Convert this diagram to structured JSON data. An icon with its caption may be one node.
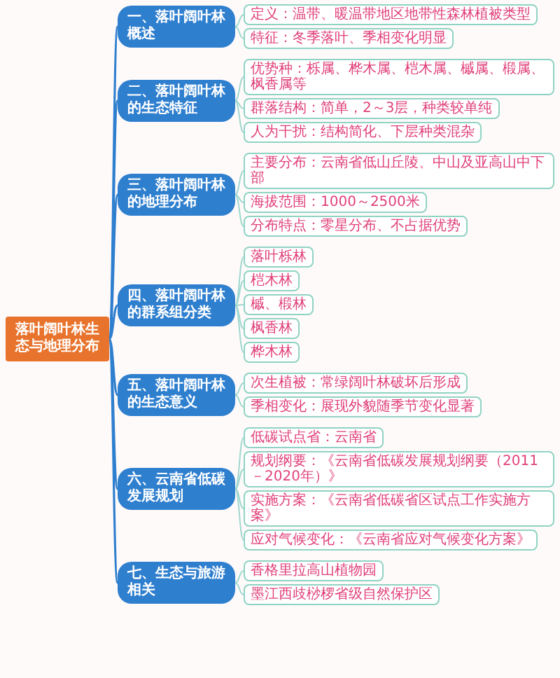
{
  "diagram": {
    "nodes": [
      {
        "text": [
          "落叶阔叶林生态与地理分布"
        ]
      },
      {
        "text": [
          "一、落叶阔叶林概述"
        ]
      },
      {
        "text": [
          "定义：温带、暖温带地区地带性森林植被类型"
        ]
      },
      {
        "text": [
          "特征：冬季落叶、季相变化明显"
        ]
      },
      {
        "text": [
          "二、落叶阔叶林的生态特征"
        ]
      },
      {
        "text": [
          "优势种：栎属、桦木属、桤木属、槭属、椴属、枫香属等"
        ]
      },
      {
        "text": [
          "群落结构：简单，2～3层，种类较单纯"
        ]
      },
      {
        "text": [
          "人为干扰：结构简化、下层种类混杂"
        ]
      },
      {
        "text": [
          "三、落叶阔叶林的地理分布"
        ]
      },
      {
        "text": [
          "主要分布：云南省低山丘陵、中山及亚高山中下部"
        ]
      },
      {
        "text": [
          "海拔范围：1000～2500米"
        ]
      },
      {
        "text": [
          "分布特点：零星分布、不占据优势"
        ]
      },
      {
        "text": [
          "四、落叶阔叶林的群系组分类"
        ]
      },
      {
        "text": [
          "落叶栎林"
        ]
      },
      {
        "text": [
          "桤木林"
        ]
      },
      {
        "text": [
          "槭、椴林"
        ]
      },
      {
        "text": [
          "枫香林"
        ]
      },
      {
        "text": [
          "桦木林"
        ]
      },
      {
        "text": [
          "五、落叶阔叶林的生态意义"
        ]
      },
      {
        "text": [
          "次生植被：常绿阔叶林破坏后形成"
        ]
      },
      {
        "text": [
          "季相变化：展现外貌随季节变化显著"
        ]
      },
      {
        "text": [
          "六、云南省低碳发展规划"
        ]
      },
      {
        "text": [
          "低碳试点省：云南省"
        ]
      },
      {
        "text": [
          "规划纲要：《云南省低碳发展规划纲要（2011－2020年）》"
        ]
      },
      {
        "text": [
          "实施方案：《云南省低碳省区试点工作实施方案》"
        ]
      },
      {
        "text": [
          "应对气候变化：《云南省应对气候变化方案》"
        ]
      },
      {
        "text": [
          "七、生态与旅游相关"
        ]
      },
      {
        "text": [
          "香格里拉高山植物园"
        ]
      },
      {
        "text": [
          "墨江西歧桫椤省级自然保护区"
        ]
      }
    ],
    "edges": [
      {
        "from": 0,
        "to": 1,
        "arrow": "none",
        "color": "#2f7fcf"
      },
      {
        "from": 1,
        "to": 2,
        "arrow": "none"
      },
      {
        "from": 1,
        "to": 3,
        "arrow": "none"
      },
      {
        "from": 0,
        "to": 4,
        "arrow": "none",
        "color": "#2f7fcf"
      },
      {
        "from": 4,
        "to": 5,
        "arrow": "none"
      },
      {
        "from": 4,
        "to": 6,
        "arrow": "none"
      },
      {
        "from": 4,
        "to": 7,
        "arrow": "none"
      },
      {
        "from": 0,
        "to": 8,
        "arrow": "none",
        "color": "#2f7fcf"
      },
      {
        "from": 8,
        "to": 9,
        "arrow": "none"
      },
      {
        "from": 8,
        "to": 10,
        "arrow": "none"
      },
      {
        "from": 8,
        "to": 11,
        "arrow": "none"
      },
      {
        "from": 0,
        "to": 12,
        "arrow": "none",
        "color": "#2f7fcf"
      },
      {
        "from": 12,
        "to": 13,
        "arrow": "none"
      },
      {
        "from": 12,
        "to": 14,
        "arrow": "none"
      },
      {
        "from": 12,
        "to": 15,
        "arrow": "none"
      },
      {
        "from": 12,
        "to": 16,
        "arrow": "none"
      },
      {
        "from": 12,
        "to": 17,
        "arrow": "none"
      },
      {
        "from": 0,
        "to": 18,
        "arrow": "none",
        "color": "#2f7fcf"
      },
      {
        "from": 18,
        "to": 19,
        "arrow": "none"
      },
      {
        "from": 18,
        "to": 20,
        "arrow": "none"
      },
      {
        "from": 0,
        "to": 21,
        "arrow": "none",
        "color": "#2f7fcf"
      },
      {
        "from": 21,
        "to": 22,
        "arrow": "none"
      },
      {
        "from": 21,
        "to": 23,
        "arrow": "none"
      },
      {
        "from": 21,
        "to": 24,
        "arrow": "none"
      },
      {
        "from": 21,
        "to": 25,
        "arrow": "none"
      },
      {
        "from": 0,
        "to": 26,
        "arrow": "none",
        "color": "#2f7fcf"
      },
      {
        "from": 26,
        "to": 27,
        "arrow": "none"
      },
      {
        "from": 26,
        "to": 28,
        "arrow": "none"
      }
    ]
  }
}
